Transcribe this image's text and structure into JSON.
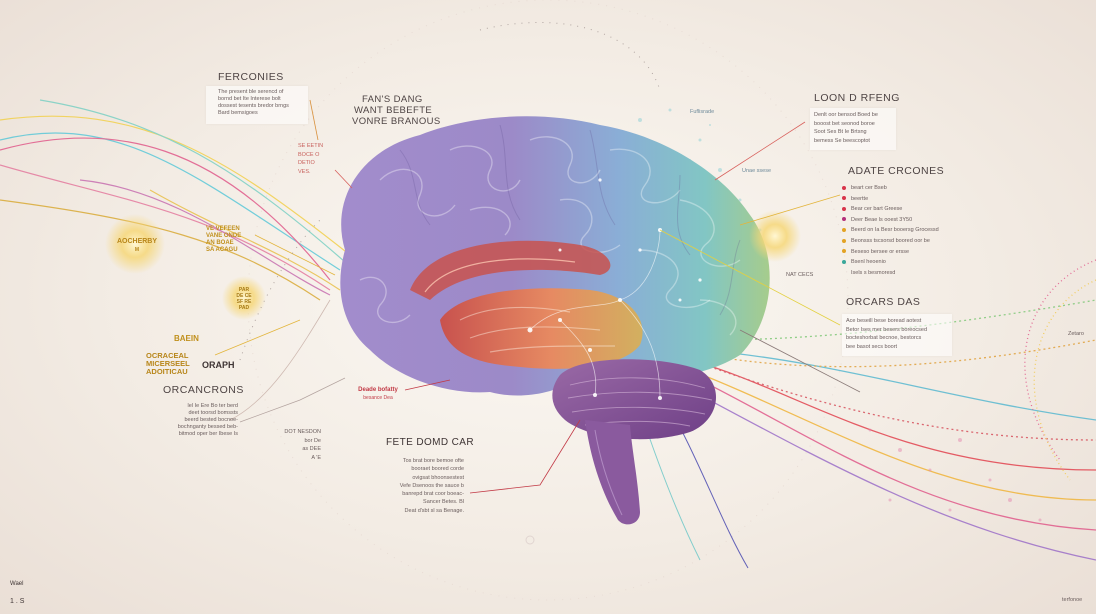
{
  "colors": {
    "background": "#f3ece4",
    "brain_purple": "#9a84c4",
    "brain_teal": "#7ec6c8",
    "temporal_red": "#d86a5c",
    "cerebellum_purple": "#8a5c9c",
    "accent_gold": "#e3b53c",
    "accent_pink": "#e05a8a",
    "accent_cyan": "#5cc8d8"
  },
  "labels": {
    "ferconies": {
      "title": "FERCONIES",
      "text": [
        "The present ble serencd of",
        "bornd bet Ite Interese bolt",
        "dossest tesents bredor brngs",
        "Bard bemsigoes"
      ]
    },
    "fans_dang": {
      "line1": "FAN'S DANG",
      "line2": "WANT BEBEFTE",
      "line3": "VONRE BRANOUS"
    },
    "se_eetin": {
      "text": [
        "SE EETIN",
        "BOCE O",
        "DETIO",
        "VES."
      ]
    },
    "aocherby": {
      "line1": "AOCHERBY",
      "line2": "M"
    },
    "ve_vefeen": {
      "text": [
        "VE VEFEEN",
        "VANE ONDE",
        "AN BOAE",
        "SA ACAGU"
      ]
    },
    "mid_gold": {
      "text": [
        "PAR",
        "DE CE",
        "SF RE",
        "PAD"
      ]
    },
    "basin_graph": {
      "top": "BAEIN",
      "lines": [
        "OCRACEAL",
        "MICERSEEL",
        "ADOITICAU"
      ],
      "graph": "ORAPH"
    },
    "orcancrons": {
      "title": "ORCANCRONS",
      "text": [
        "lel Ie Ere Bo ter berd",
        "deet toorsd bomssts",
        "beerd bested bocnoe-",
        "bochnganty bessed beb-",
        "bitmod oper ber Ibese Is"
      ]
    },
    "dotnesdon": {
      "text": [
        "DOT NESDON",
        "bor De",
        "as DEE",
        "A 'E"
      ]
    },
    "deade_bofatty": {
      "line1": "Deade bofatty",
      "line2": "besance Dea"
    },
    "fete_domd_car": {
      "title": "FETE DOMD CAR",
      "text": [
        "Tos brat bore bemoe ofte",
        "booraet boored corde",
        "ovigsat bhoonsestest",
        "Vefe Dsenoos the sauce b",
        "banrepd brat coor boeac-",
        "Sancer Betes. Bl",
        "Deat d'sbt sl sa Benage."
      ]
    },
    "loon_d_rfeng": {
      "title": "LOON D RFENG",
      "text": [
        "Denlt oor bensod Boed be",
        "booost bet seonod boroe",
        "Soot Ses Bt Ie Brtsng",
        "bemess Se beescoptot"
      ]
    },
    "adate_crcones": {
      "title": "ADATE CRCONES",
      "items": [
        {
          "text": "beart cer Bseb",
          "color": "#d8344a"
        },
        {
          "text": "beertte",
          "color": "#d8344a"
        },
        {
          "text": "Bear cer bart Greese",
          "color": "#d8344a"
        },
        {
          "text": "Deer Beae ls ooest 3Y50",
          "color": "#b4307a"
        },
        {
          "text": "Beerd on Ia Besr booersg Grocessd",
          "color": "#e3a324"
        },
        {
          "text": "Beonsss tscsorsd boored oor be",
          "color": "#e3a324"
        },
        {
          "text": "Beseso bersee or ersse",
          "color": "#e3a324"
        },
        {
          "text": "Bsenl heoenio",
          "color": "#3aa89a"
        },
        {
          "text": "Isels s besmoresd",
          "color": null
        }
      ]
    },
    "brain_tag_top": "Fuflisrade",
    "brain_tag_mid": "Unae ssese",
    "nat_cecs": "NAT CECS",
    "orcars_das": {
      "title": "ORCARS DAS",
      "text": [
        "Ace beseill bese boread aotest",
        "Betor Ises mer besers boreocsed",
        "bocteshorbat becnoe, bestorcs",
        "bee basot secs boort"
      ]
    },
    "right_edge": "Zetaro",
    "footer_title": "Wael",
    "footer_sub": "1 . S",
    "bottom_right": "terfonoe"
  }
}
